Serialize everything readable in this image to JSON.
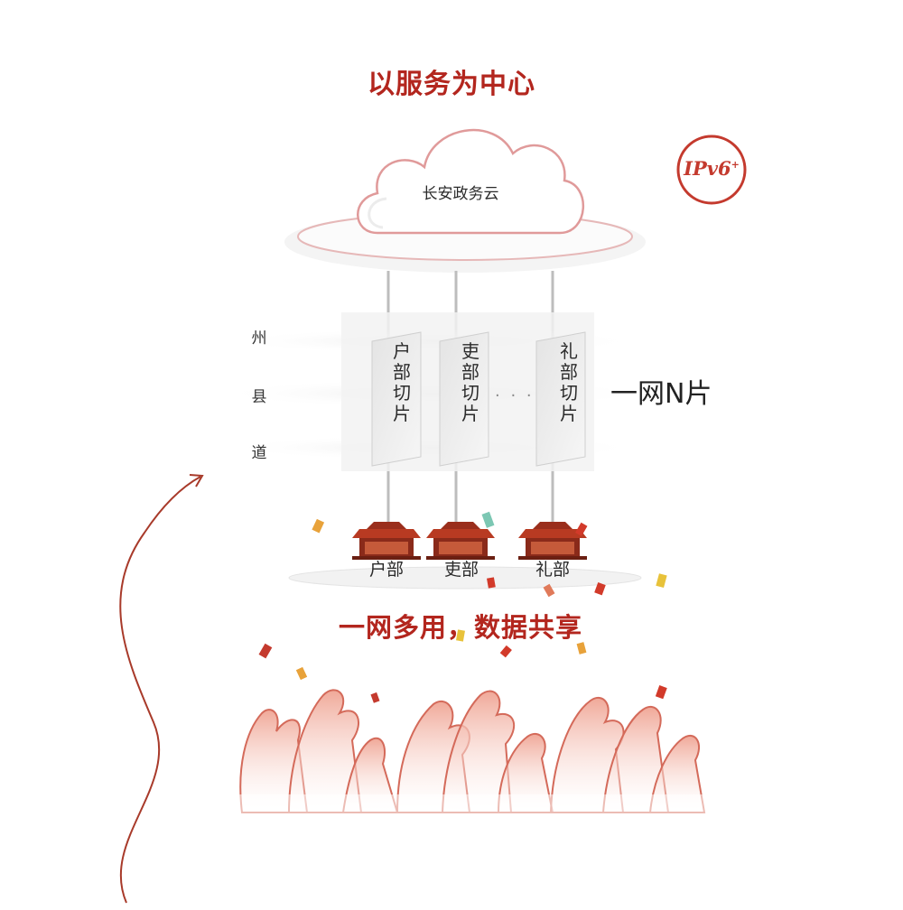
{
  "title": "以服务为中心",
  "cloud": {
    "label": "长安政务云"
  },
  "badge": {
    "text": "IPv6",
    "superscript": "+"
  },
  "levels": [
    "州",
    "县",
    "道"
  ],
  "slices": [
    {
      "label": "户部切片"
    },
    {
      "label": "吏部切片"
    },
    {
      "label": "礼部切片"
    }
  ],
  "slices_ellipsis": "· · ·",
  "one_net_label": "一网N片",
  "departments": [
    {
      "label": "户部"
    },
    {
      "label": "吏部"
    },
    {
      "label": "礼部"
    }
  ],
  "slogan": "一网多用，数据共享",
  "colors": {
    "accent": "#b3261e",
    "cloud_stroke": "#e0a0a0",
    "slice_gray": "#d9d9d9",
    "roof": "#b83a22",
    "hands": "#e88f7e"
  },
  "icons": [
    "cloud-icon",
    "ipv6-badge-icon",
    "palace-icon",
    "hands-illustration",
    "curved-arrow-icon",
    "confetti"
  ]
}
